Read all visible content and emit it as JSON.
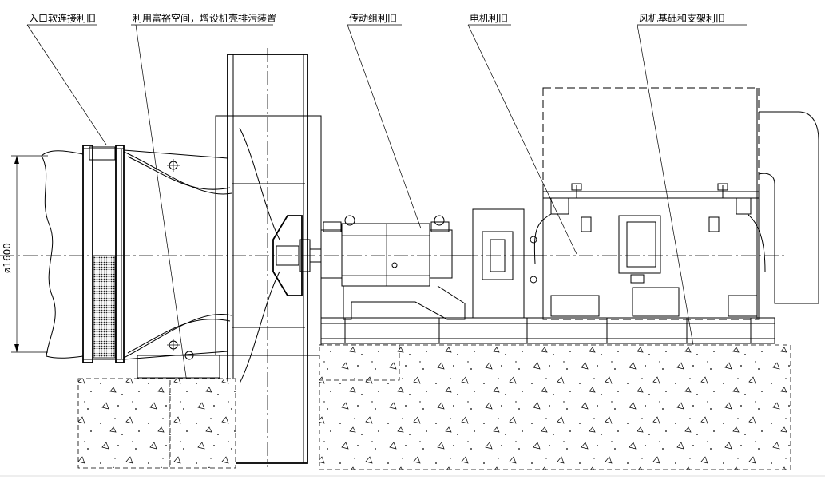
{
  "labels": {
    "inlet": "入口软连接利旧",
    "housing": "利用富裕空间，增设机壳排污装置",
    "transmission": "传动组利旧",
    "motor": "电机利旧",
    "base": "风机基础和支架利旧"
  },
  "dimension": {
    "diameter": "ø1600"
  }
}
